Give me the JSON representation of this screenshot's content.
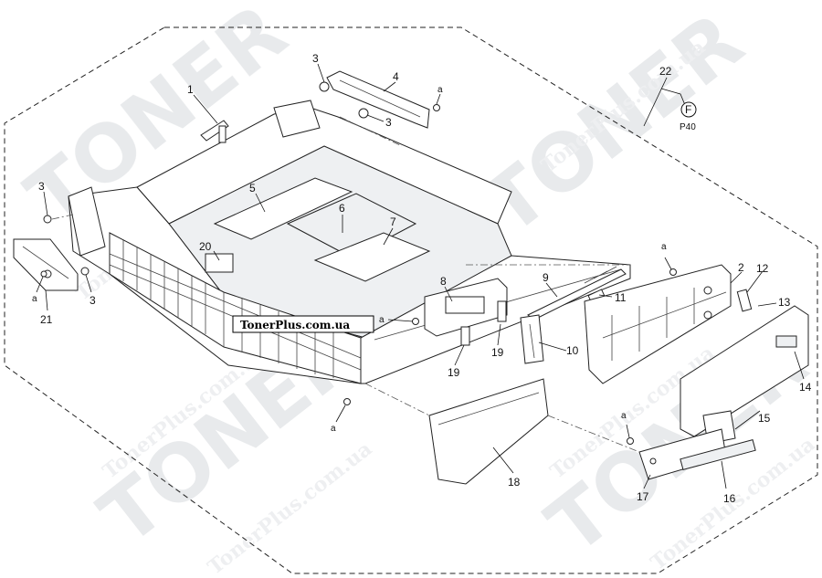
{
  "watermark": {
    "brand": "TONER",
    "site": "TonerPlus.com.ua"
  },
  "stamp": {
    "text": "TonerPlus.com.ua"
  },
  "callouts": {
    "c1": "1",
    "c2": "2",
    "c3a": "3",
    "c3b": "3",
    "c3c": "3",
    "c3d": "3",
    "c4": "4",
    "c5": "5",
    "c6": "6",
    "c7": "7",
    "c8": "8",
    "c9": "9",
    "c10": "10",
    "c11": "11",
    "c12": "12",
    "c13": "13",
    "c14": "14",
    "c15": "15",
    "c16": "16",
    "c17": "17",
    "c18": "18",
    "c19a": "19",
    "c19b": "19",
    "c20": "20",
    "c21": "21",
    "c22": "22",
    "a1": "a",
    "a2": "a",
    "a3": "a",
    "a4": "a",
    "a5": "a",
    "a6": "a"
  },
  "reference": {
    "circle_letter": "F",
    "page": "P40"
  }
}
